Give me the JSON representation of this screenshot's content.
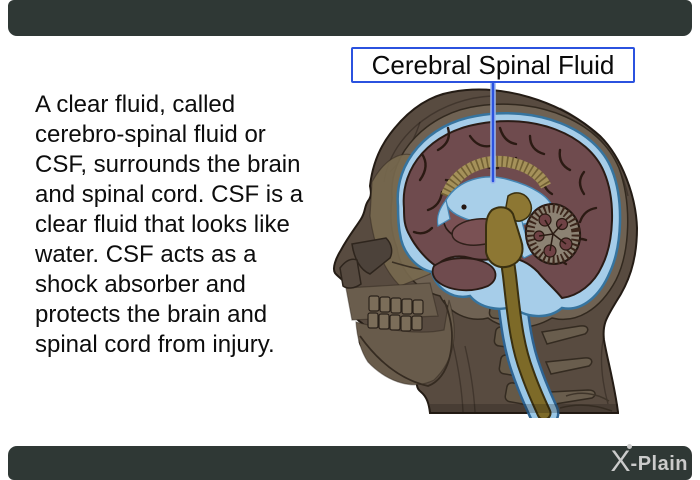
{
  "slide": {
    "label": "Cerebral Spinal Fluid",
    "body_text": "A clear fluid, called\ncerebro-spinal fluid or\nCSF, surrounds the brain\nand spinal cord. CSF is a\nclear fluid that looks like\nwater. CSF acts as a\nshock absorber and\nprotects the brain and\nspinal cord from injury.",
    "logo": {
      "x": "X",
      "rest": "-Plain"
    }
  },
  "colors": {
    "accent_blue": "#2b52df",
    "bar_dark": "#2f3835",
    "csf_blue": "#a6cde9",
    "csf_edge_blue": "#36749f",
    "brain_maroon": "#6f4b4e",
    "head_taupe": "#584b40",
    "skull_khaki": "#6f6253",
    "stem_olive": "#7d6a28",
    "cerebellum_brown": "#3c261b",
    "logo_gray": "#cbcbcb",
    "text_black": "#0d0d0d"
  }
}
